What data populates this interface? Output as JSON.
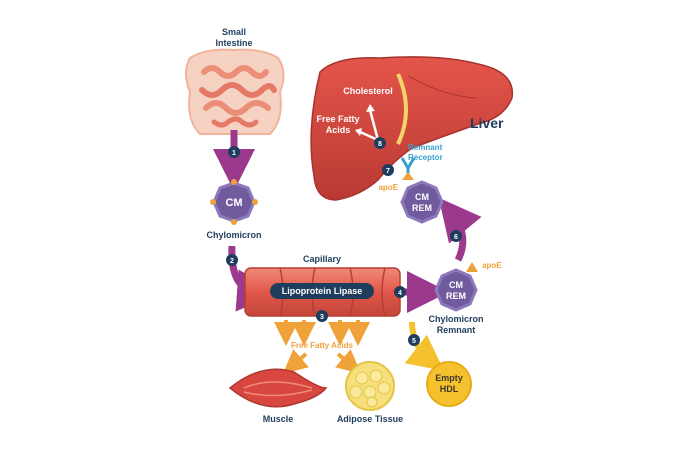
{
  "labels": {
    "small_intestine_1": "Small",
    "small_intestine_2": "Intestine",
    "cm": "CM",
    "chylomicron": "Chylomicron",
    "capillary": "Capillary",
    "lipoprotein_lipase": "Lipoprotein Lipase",
    "free_fatty_acids": "Free Fatty Acids",
    "muscle": "Muscle",
    "adipose_tissue": "Adipose Tissue",
    "cm_rem_1": "CM",
    "cm_rem_2": "REM",
    "chylomicron_remnant_1": "Chylomicron",
    "chylomicron_remnant_2": "Remnant",
    "apoe_low": "apoE",
    "cm_rem_top_1": "CM",
    "cm_rem_top_2": "REM",
    "apoe_top": "apoE",
    "remnant_receptor_1": "Remnant",
    "remnant_receptor_2": "Receptor",
    "liver": "Liver",
    "cholesterol": "Cholesterol",
    "ffa_liver_1": "Free Fatty",
    "ffa_liver_2": "Acids",
    "empty_hdl_1": "Empty",
    "empty_hdl_2": "HDL"
  },
  "steps": [
    "1",
    "2",
    "3",
    "4",
    "5",
    "6",
    "7",
    "8"
  ],
  "colors": {
    "arrow_purple": "#9b3a8c",
    "cm_purple": "#6f5b9e",
    "liver_red": "#d8473f",
    "capillary_red": "#e0574a",
    "step_navy": "#1f3d5c",
    "orange": "#f0a23a",
    "hdl_yellow": "#f6c12e",
    "receptor_blue": "#3a9fd0"
  }
}
